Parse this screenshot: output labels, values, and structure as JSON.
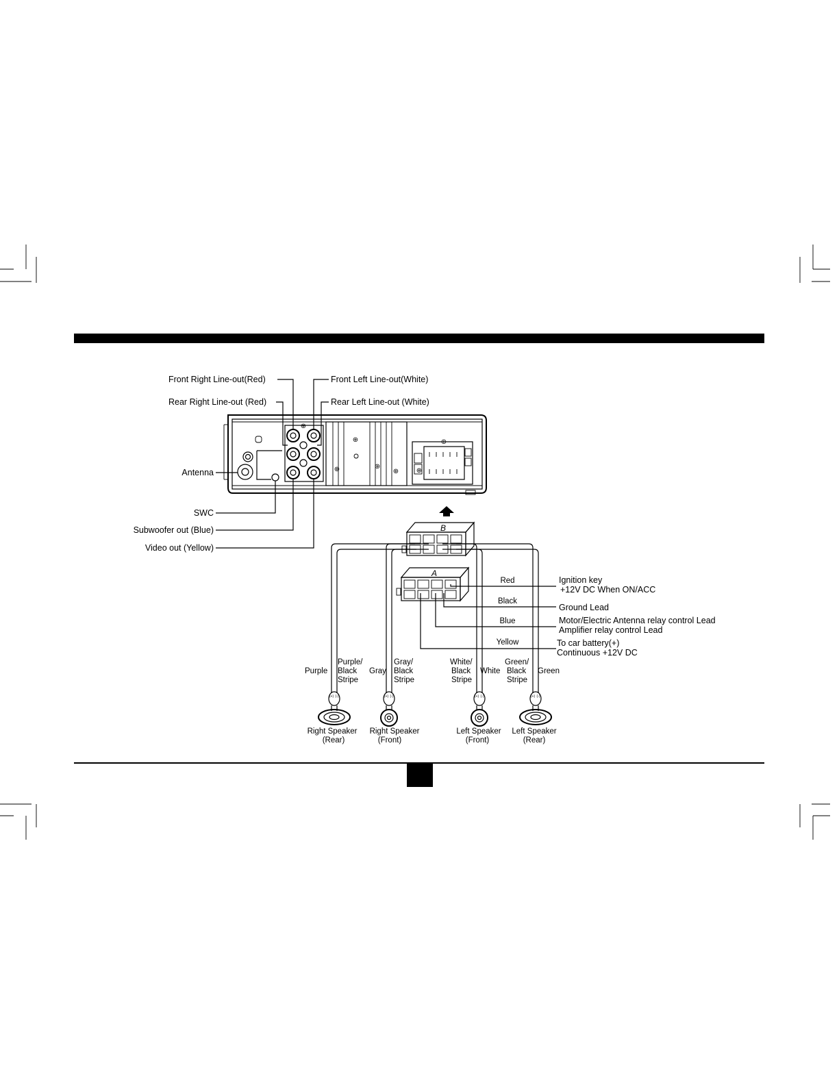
{
  "labels": {
    "front_right": "Front Right Line-out(Red)",
    "front_left": "Front Left Line-out(White)",
    "rear_right": "Rear Right Line-out (Red)",
    "rear_left": "Rear Left Line-out (White)",
    "antenna": "Antenna",
    "swc": "SWC",
    "subwoofer": "Subwoofer out (Blue)",
    "video": "Video out (Yellow)"
  },
  "connectors": {
    "a": "A",
    "b": "B"
  },
  "harness_a": {
    "red": {
      "wire": "Red",
      "line1": "Ignition key",
      "line2": "+12V DC When ON/ACC"
    },
    "black": {
      "wire": "Black",
      "line1": "Ground Lead"
    },
    "blue": {
      "wire": "Blue",
      "line1": "Motor/Electric Antenna relay control Lead",
      "line2": "Amplifier relay control Lead"
    },
    "yellow": {
      "wire": "Yellow",
      "line1": "To car battery(+)",
      "line2": "Continuous +12V DC"
    }
  },
  "speaker_wires": {
    "purple": "Purple",
    "purple_black": [
      "Purple/",
      "Black",
      "Stripe"
    ],
    "gray": "Gray",
    "gray_black": [
      "Gray/",
      "Black",
      "Stripe"
    ],
    "white_black": [
      "White/",
      "Black",
      "Stripe"
    ],
    "white": "White",
    "green_black": [
      "Green/",
      "Black",
      "Stripe"
    ],
    "green": "Green"
  },
  "speakers": {
    "right_rear": [
      "Right Speaker",
      "(Rear)"
    ],
    "right_front": [
      "Right Speaker",
      "(Front)"
    ],
    "left_front": [
      "Left Speaker",
      "(Front)"
    ],
    "left_rear": [
      "Left Speaker",
      "(Rear)"
    ]
  },
  "polarity": {
    "plus": "(+)",
    "minus": "(-)"
  }
}
